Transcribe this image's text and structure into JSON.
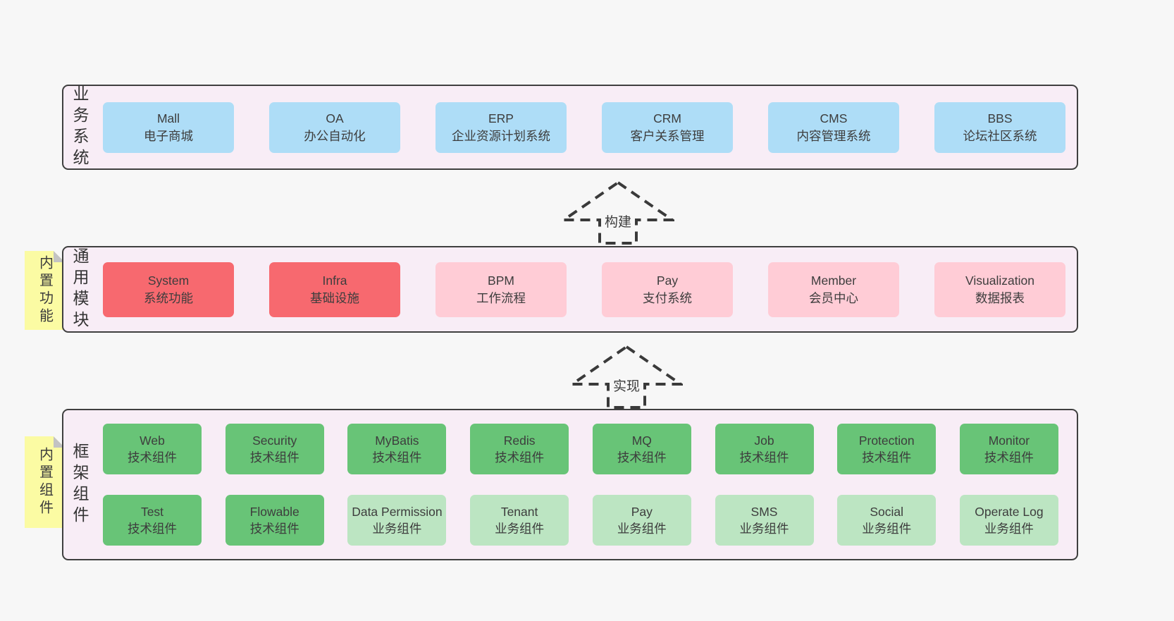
{
  "palette": {
    "page_bg": "#f7f7f7",
    "panel_bg": "#f8edf6",
    "panel_border": "#3f3f3f",
    "blue": "#aeddf7",
    "red": "#f7696f",
    "pink": "#ffccd6",
    "green": "#68c477",
    "light_green": "#bce5c2",
    "sticky_yellow": "#fbfba3",
    "sticky_fold": "#c3c3c3",
    "text": "#3d3d3d"
  },
  "arrows": {
    "build": "构建",
    "implement": "实现"
  },
  "layers": {
    "business": {
      "label": "业务系统",
      "boxes": [
        {
          "name": "Mall",
          "desc": "电子商城",
          "variant": "blue"
        },
        {
          "name": "OA",
          "desc": "办公自动化",
          "variant": "blue"
        },
        {
          "name": "ERP",
          "desc": "企业资源计划系统",
          "variant": "blue"
        },
        {
          "name": "CRM",
          "desc": "客户关系管理",
          "variant": "blue"
        },
        {
          "name": "CMS",
          "desc": "内容管理系统",
          "variant": "blue"
        },
        {
          "name": "BBS",
          "desc": "论坛社区系统",
          "variant": "blue"
        }
      ]
    },
    "modules": {
      "sticky": "内置功能",
      "label": "通用模块",
      "boxes": [
        {
          "name": "System",
          "desc": "系统功能",
          "variant": "red"
        },
        {
          "name": "Infra",
          "desc": "基础设施",
          "variant": "red"
        },
        {
          "name": "BPM",
          "desc": "工作流程",
          "variant": "pink"
        },
        {
          "name": "Pay",
          "desc": "支付系统",
          "variant": "pink"
        },
        {
          "name": "Member",
          "desc": "会员中心",
          "variant": "pink"
        },
        {
          "name": "Visualization",
          "desc": "数据报表",
          "variant": "pink"
        }
      ]
    },
    "components": {
      "sticky": "内置组件",
      "label": "框架组件",
      "row1": [
        {
          "name": "Web",
          "desc": "技术组件",
          "variant": "green"
        },
        {
          "name": "Security",
          "desc": "技术组件",
          "variant": "green"
        },
        {
          "name": "MyBatis",
          "desc": "技术组件",
          "variant": "green"
        },
        {
          "name": "Redis",
          "desc": "技术组件",
          "variant": "green"
        },
        {
          "name": "MQ",
          "desc": "技术组件",
          "variant": "green"
        },
        {
          "name": "Job",
          "desc": "技术组件",
          "variant": "green"
        },
        {
          "name": "Protection",
          "desc": "技术组件",
          "variant": "green"
        },
        {
          "name": "Monitor",
          "desc": "技术组件",
          "variant": "green"
        }
      ],
      "row2": [
        {
          "name": "Test",
          "desc": "技术组件",
          "variant": "green"
        },
        {
          "name": "Flowable",
          "desc": "技术组件",
          "variant": "green"
        },
        {
          "name": "Data Permission",
          "desc": "业务组件",
          "variant": "light_green"
        },
        {
          "name": "Tenant",
          "desc": "业务组件",
          "variant": "light_green"
        },
        {
          "name": "Pay",
          "desc": "业务组件",
          "variant": "light_green"
        },
        {
          "name": "SMS",
          "desc": "业务组件",
          "variant": "light_green"
        },
        {
          "name": "Social",
          "desc": "业务组件",
          "variant": "light_green"
        },
        {
          "name": "Operate Log",
          "desc": "业务组件",
          "variant": "light_green"
        }
      ]
    }
  }
}
